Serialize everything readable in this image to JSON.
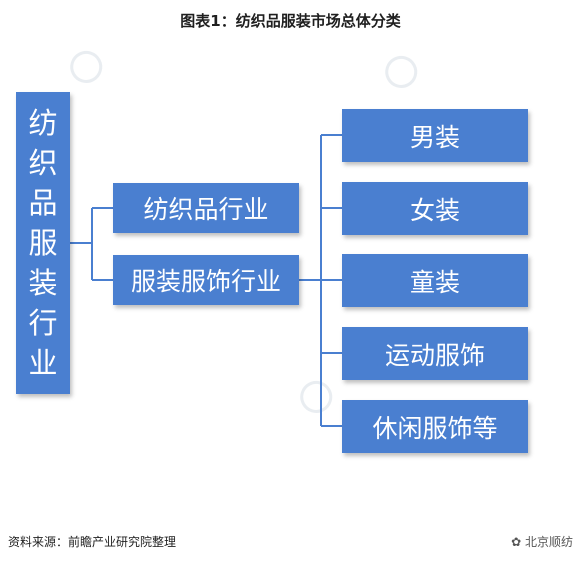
{
  "title": "图表1：纺织品服装市场总体分类",
  "root": {
    "chars": [
      "纺",
      "织",
      "品",
      "服",
      "装",
      "行",
      "业"
    ]
  },
  "middle": [
    {
      "label": "纺织品行业"
    },
    {
      "label": "服装服饰行业"
    }
  ],
  "leaves": [
    {
      "label": "男装"
    },
    {
      "label": "女装"
    },
    {
      "label": "童装"
    },
    {
      "label": "运动服饰"
    },
    {
      "label": "休闲服饰等"
    }
  ],
  "footer": {
    "source": "资料来源：前瞻产业研究院整理",
    "brand": "北京顺纺"
  },
  "colors": {
    "box_fill": "#4a7fd0",
    "connector": "#4a7fd0"
  }
}
